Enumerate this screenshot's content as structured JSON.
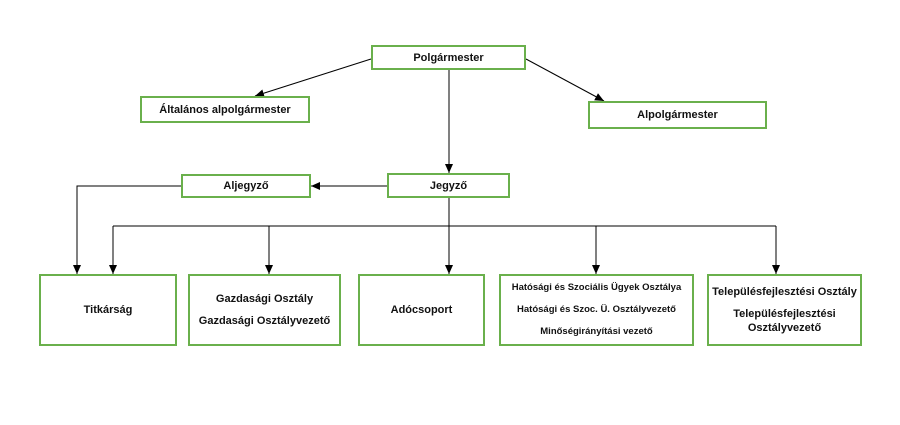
{
  "org_chart": {
    "mayor": "Polgármester",
    "general_deputy_mayor": "Általános alpolgármester",
    "deputy_mayor": "Alpolgármester",
    "notary": "Jegyző",
    "deputy_notary": "Aljegyző",
    "departments": {
      "secretariat": "Titkárság",
      "economic": {
        "name": "Gazdasági Osztály",
        "head": "Gazdasági Osztályvezető"
      },
      "tax_group": "Adócsoport",
      "authority_social": {
        "name": "Hatósági és Szociális Ügyek Osztálya",
        "head": "Hatósági és Szoc. Ü. Osztályvezető",
        "quality": "Minőségirányítási vezető"
      },
      "urban_development": {
        "name": "Településfejlesztési Osztály",
        "head_line1": "Településfejlesztési",
        "head_line2": "Osztályvezető"
      }
    }
  },
  "colors": {
    "box_border": "#6ab04c",
    "connector": "#000000"
  }
}
